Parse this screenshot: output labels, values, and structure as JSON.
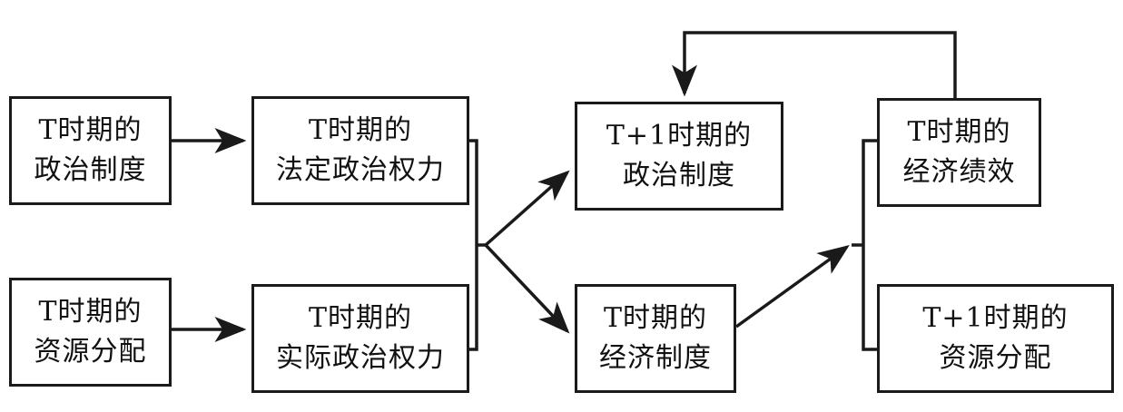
{
  "boxes": {
    "t_political_institutions": {
      "line1": "T时期的",
      "line2": "政治制度"
    },
    "t_resource_distribution": {
      "line1": "T时期的",
      "line2": "资源分配"
    },
    "t_de_jure_power": {
      "line1": "T时期的",
      "line2": "法定政治权力"
    },
    "t_de_facto_power": {
      "line1": "T时期的",
      "line2": "实际政治权力"
    },
    "t1_political_institutions": {
      "line1": "T+1时期的",
      "line2": "政治制度"
    },
    "t_economic_institutions": {
      "line1": "T时期的",
      "line2": "经济制度"
    },
    "t_economic_performance": {
      "line1": "T时期的",
      "line2": "经济绩效"
    },
    "t1_resource_distribution": {
      "line1": "T+1时期的",
      "line2": "资源分配"
    }
  },
  "colors": {
    "stroke": "#1a1a1a",
    "background": "#ffffff"
  }
}
